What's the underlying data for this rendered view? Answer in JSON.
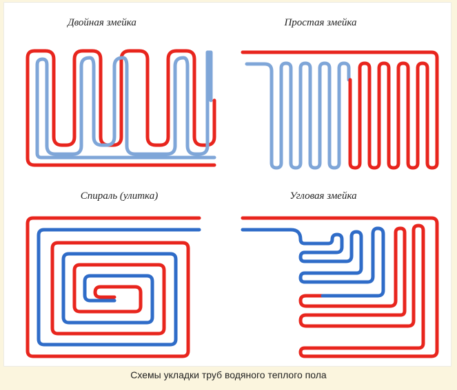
{
  "schemes": [
    {
      "title": "Двойная змейка"
    },
    {
      "title": "Простая змейка"
    },
    {
      "title": "Спираль (улитка)"
    },
    {
      "title": "Угловая змейка"
    }
  ],
  "caption": "Схемы укладки труб водяного теплого пола",
  "colors": {
    "hot_pipe": "#e8251d",
    "cold_pipe_light": "#7fa6d8",
    "cold_pipe": "#2f6cc8",
    "caption_background": "#fbf5de"
  }
}
